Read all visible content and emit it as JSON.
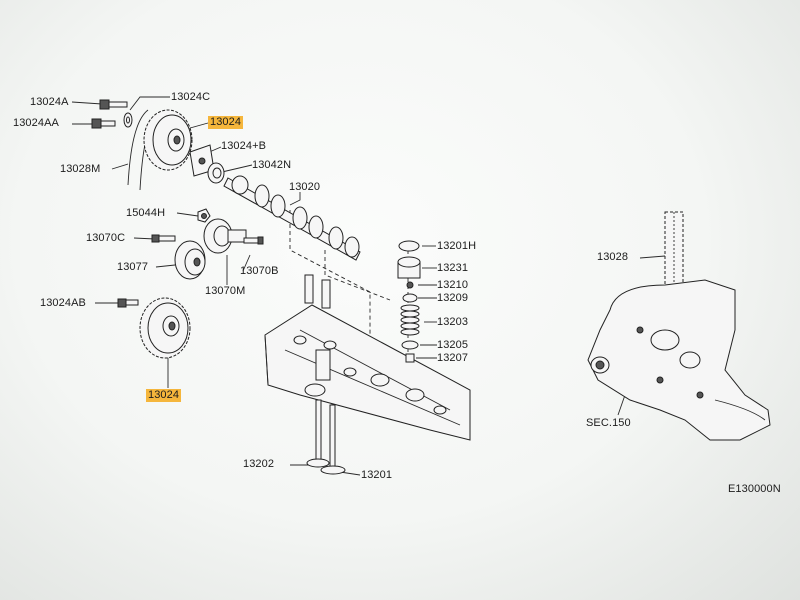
{
  "labels": {
    "p13024A": "13024A",
    "p13024AA": "13024AA",
    "p13024C": "13024C",
    "p13024_top": "13024",
    "p13028M": "13028M",
    "p13024B": "13024+B",
    "p13042N": "13042N",
    "p13020": "13020",
    "p15044H": "15044H",
    "p13070C": "13070C",
    "p13077": "13077",
    "p13070B": "13070B",
    "p13070M": "13070M",
    "p13024AB": "13024AB",
    "p13024_bottom": "13024",
    "p13201H": "13201H",
    "p13231": "13231",
    "p13210": "13210",
    "p13209": "13209",
    "p13203": "13203",
    "p13205": "13205",
    "p13207": "13207",
    "p13202": "13202",
    "p13201": "13201",
    "p13028": "13028",
    "sec150": "SEC.150",
    "drawing_code": "E130000N"
  },
  "highlight_color": "#f5b63c"
}
